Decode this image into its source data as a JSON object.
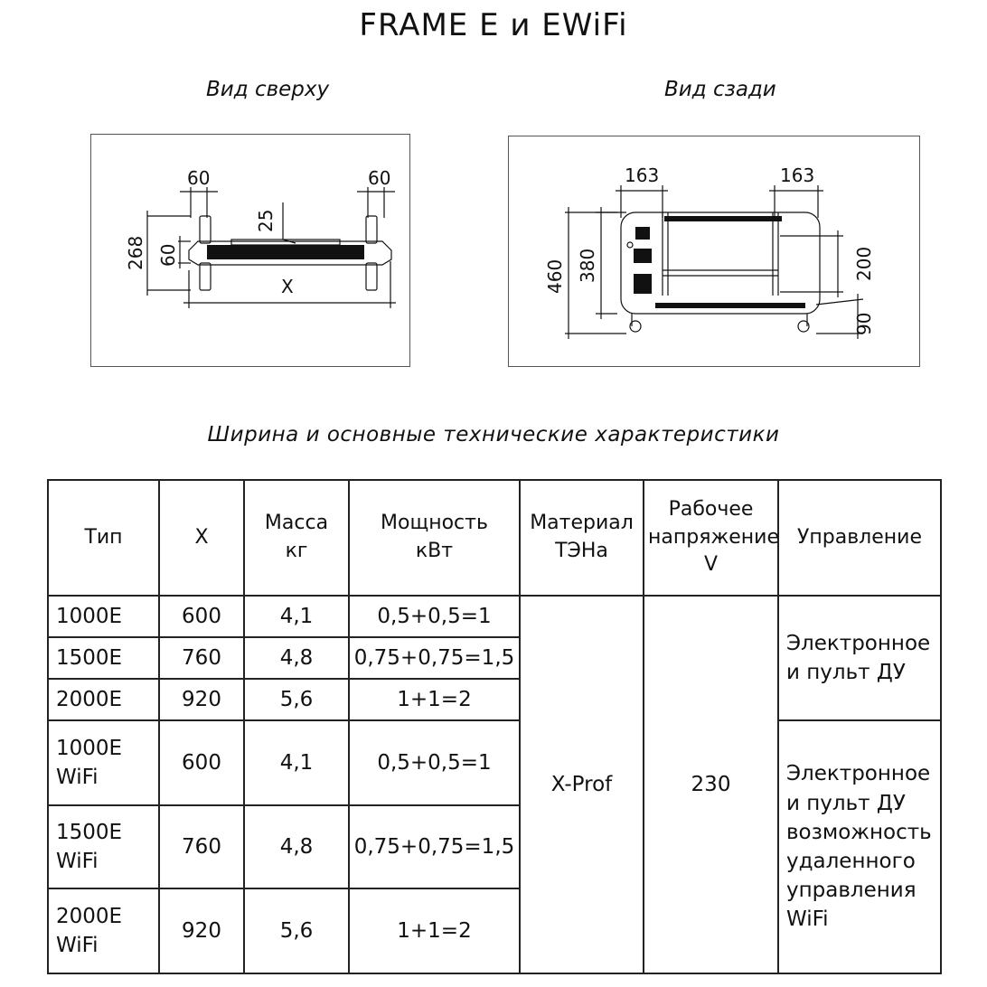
{
  "title": "FRAME E и EWiFi",
  "views": {
    "top_label": "Вид сверху",
    "back_label": "Вид сзади",
    "top_dims": {
      "left_leg": "60",
      "right_leg": "60",
      "depth": "25",
      "height": "268",
      "leg_height": "60",
      "width": "X"
    },
    "back_dims": {
      "left_off": "163",
      "right_off": "163",
      "height": "460",
      "inner": "380",
      "mount": "200",
      "floor": "90"
    }
  },
  "subtitle": "Ширина и основные технические характеристики",
  "table": {
    "headers": {
      "type": "Тип",
      "x": "X",
      "mass": "Масса\nкг",
      "power": "Мощность\nкВт",
      "material": "Материал\nТЭНа",
      "voltage": "Рабочее\nнапряжение\nV",
      "control": "Управление"
    },
    "rows": [
      {
        "type": "1000E",
        "x": "600",
        "mass": "4,1",
        "power": "0,5+0,5=1"
      },
      {
        "type": "1500E",
        "x": "760",
        "mass": "4,8",
        "power": "0,75+0,75=1,5"
      },
      {
        "type": "2000E",
        "x": "920",
        "mass": "5,6",
        "power": "1+1=2"
      },
      {
        "type": "1000E\nWiFi",
        "x": "600",
        "mass": "4,1",
        "power": "0,5+0,5=1"
      },
      {
        "type": "1500E\nWiFi",
        "x": "760",
        "mass": "4,8",
        "power": "0,75+0,75=1,5"
      },
      {
        "type": "2000E\nWiFi",
        "x": "920",
        "mass": "5,6",
        "power": "1+1=2"
      }
    ],
    "material": "X-Prof",
    "voltage": "230",
    "control_e": "Электронное\nи пульт ДУ",
    "control_wifi": "Электронное\nи пульт ДУ\nвозможность\nудаленного\nуправления\nWiFi"
  }
}
